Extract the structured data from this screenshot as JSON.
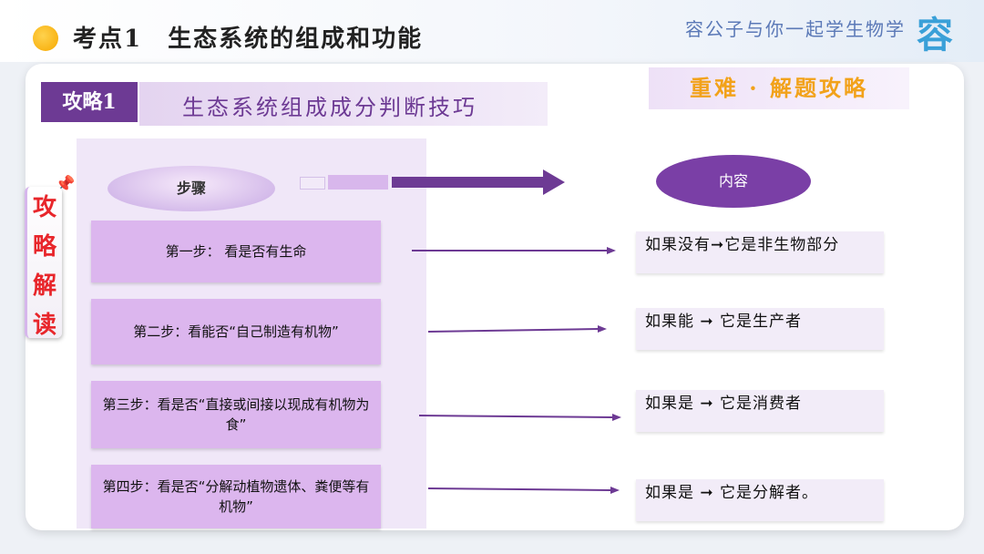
{
  "header": {
    "title": "考点1　生态系统的组成和功能",
    "brand_text": "容公子与你一起学生物学",
    "brand_logo": "容"
  },
  "tag": {
    "label": "攻略1",
    "title": "生态系统组成成分判断技巧"
  },
  "sidebar_title": "重难 · 解题攻略",
  "column_headers": {
    "steps": "步骤",
    "content": "内容"
  },
  "vertical_label": [
    "攻",
    "略",
    "解",
    "读"
  ],
  "steps": [
    {
      "label": "第一步：  看是否有生命",
      "result": "如果没有➞它是非生物部分"
    },
    {
      "label": "第二步：看能否“自己制造有机物”",
      "result": "如果能  ➞  它是生产者"
    },
    {
      "label": "第三步：看是否“直接或间接以现成有机物为食”",
      "result": "如果是  ➞  它是消费者"
    },
    {
      "label": "第四步：看是否“分解动植物遗体、粪便等有机物”",
      "result": "如果是  ➞  它是分解者。"
    }
  ],
  "colors": {
    "accent_purple": "#6d3a94",
    "step_fill": "#dcb6ee",
    "highlight_orange": "#f2a21a",
    "vertical_label_red": "#e8262b"
  }
}
